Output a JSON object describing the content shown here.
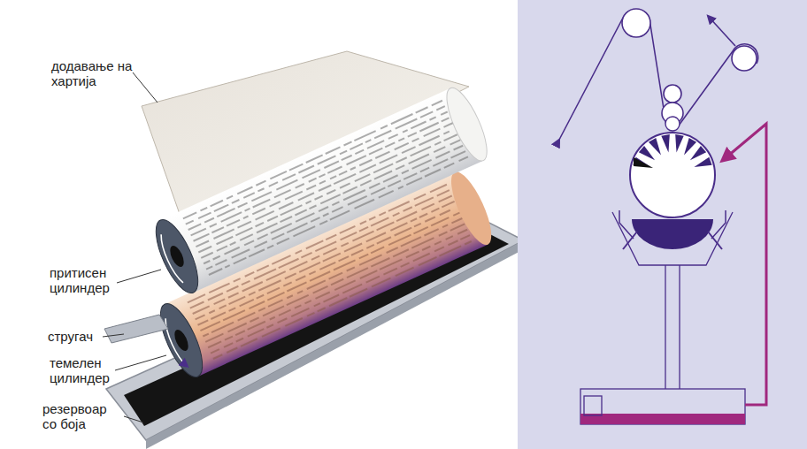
{
  "diagram": {
    "labels": [
      "додавање на хартија",
      "притисен цилиндер",
      "стругач",
      "темелен цилиндер",
      "резервоар со боја"
    ]
  }
}
